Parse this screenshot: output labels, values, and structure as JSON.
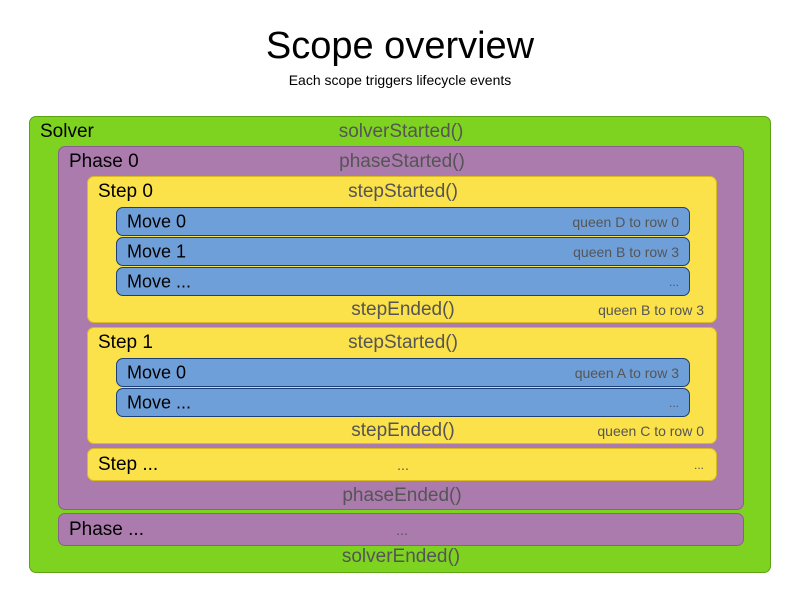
{
  "header": {
    "title": "Scope overview",
    "subtitle": "Each scope triggers lifecycle events"
  },
  "colors": {
    "solver": "#7ed321",
    "solver_border": "#5ca314",
    "phase": "#ab7bad",
    "phase_border": "#8a5f8c",
    "step": "#fbe14a",
    "step_border": "#d9bb20",
    "move": "#6f9fd8",
    "move_border": "#1c3f77",
    "event_text": "#555555",
    "label_text": "#000000"
  },
  "solver": {
    "label": "Solver",
    "started_event": "solverStarted()",
    "ended_event": "solverEnded()"
  },
  "phase0": {
    "label": "Phase 0",
    "started_event": "phaseStarted()",
    "ended_event": "phaseEnded()"
  },
  "phase_more": {
    "label": "Phase ...",
    "event": "..."
  },
  "step0": {
    "label": "Step 0",
    "started_event": "stepStarted()",
    "ended_event": "stepEnded()",
    "ended_detail": "queen B to row 3",
    "moves": [
      {
        "label": "Move 0",
        "detail": "queen D to row 0"
      },
      {
        "label": "Move 1",
        "detail": "queen B to row 3"
      },
      {
        "label": "Move ...",
        "detail": "..."
      }
    ]
  },
  "step1": {
    "label": "Step 1",
    "started_event": "stepStarted()",
    "ended_event": "stepEnded()",
    "ended_detail": "queen C to row 0",
    "moves": [
      {
        "label": "Move 0",
        "detail": "queen A to row 3"
      },
      {
        "label": "Move ...",
        "detail": "..."
      }
    ]
  },
  "step_more": {
    "label": "Step ...",
    "event": "...",
    "detail": "..."
  }
}
